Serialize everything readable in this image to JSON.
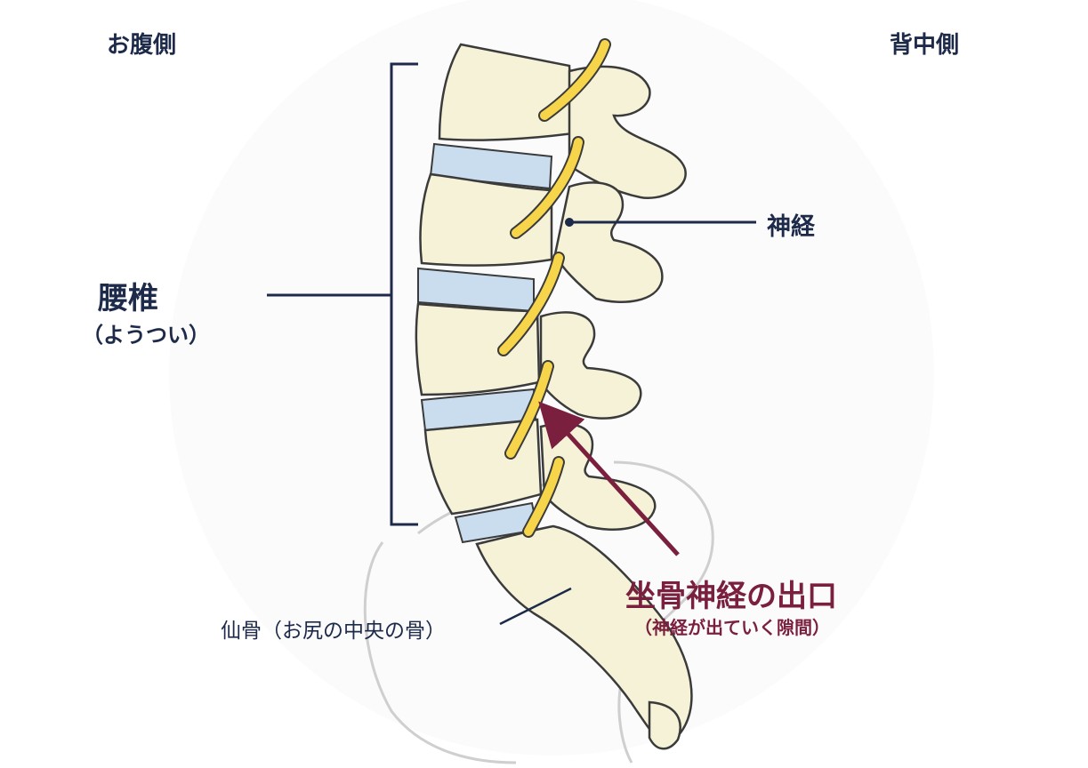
{
  "labels": {
    "front_side": "お腹側",
    "back_side": "背中側",
    "lumbar": "腰椎",
    "lumbar_reading": "（ようつい）",
    "nerve": "神経",
    "sacrum": "仙骨（お尻の中央の骨）",
    "sciatic_exit": "坐骨神経の出口",
    "sciatic_exit_note": "（神経が出ていく隙間）"
  },
  "colors": {
    "text_dark": "#1e2a4a",
    "accent": "#7a1f3d",
    "bone": "#f6f2d8",
    "bone_outline": "#3b3b3b",
    "disc": "#c9ddef",
    "nerve": "#f7d54a",
    "pelvis_outline": "#cfcfcf"
  }
}
